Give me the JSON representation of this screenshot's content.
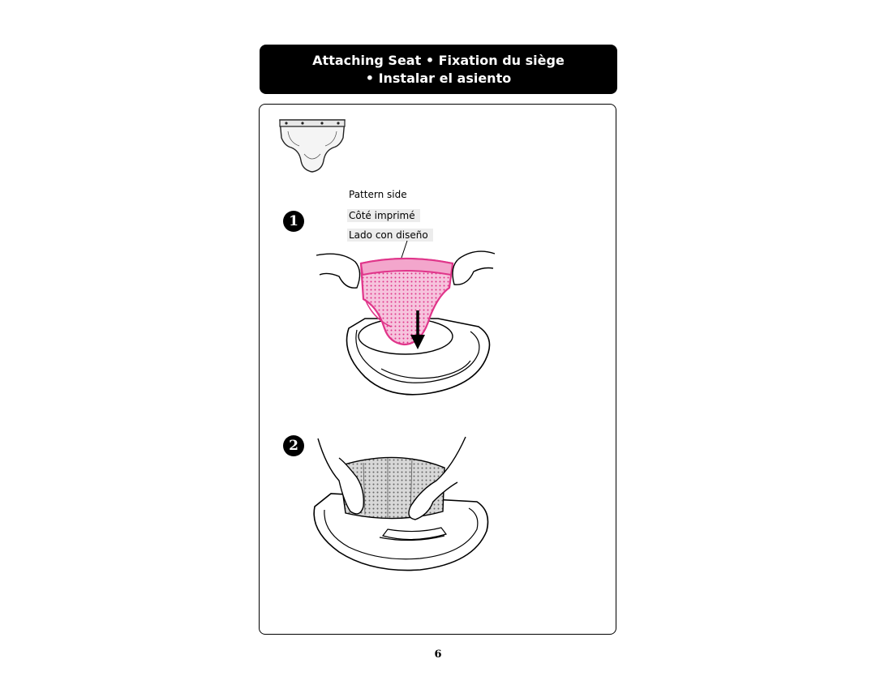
{
  "header": {
    "line1": "Attaching Seat  •  Fixation du siège",
    "line2": "•  Instalar el asiento"
  },
  "steps": {
    "step1": {
      "number": "1"
    },
    "step2": {
      "number": "2"
    }
  },
  "callout": {
    "en": "Pattern side",
    "fr": "Côté imprimé",
    "es": "Lado con diseño"
  },
  "colors": {
    "accent_pink": "#e0358a",
    "pattern_pink": "#f3a6cc",
    "header_bg": "#000000"
  },
  "page_number": "6"
}
